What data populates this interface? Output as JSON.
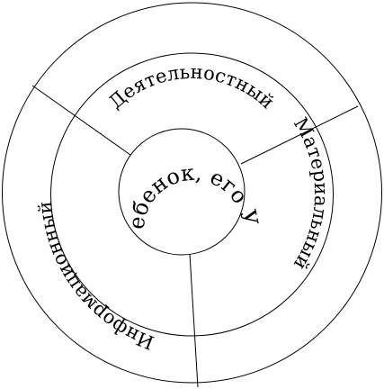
{
  "diagram": {
    "center_label": "Ребенок, его УД",
    "sectors": [
      {
        "label": "Деятельностный"
      },
      {
        "label": "Материальный"
      },
      {
        "label": "Информационный"
      }
    ]
  },
  "colors": {
    "stroke": "#000000",
    "background": "#ffffff",
    "text": "#000000"
  }
}
